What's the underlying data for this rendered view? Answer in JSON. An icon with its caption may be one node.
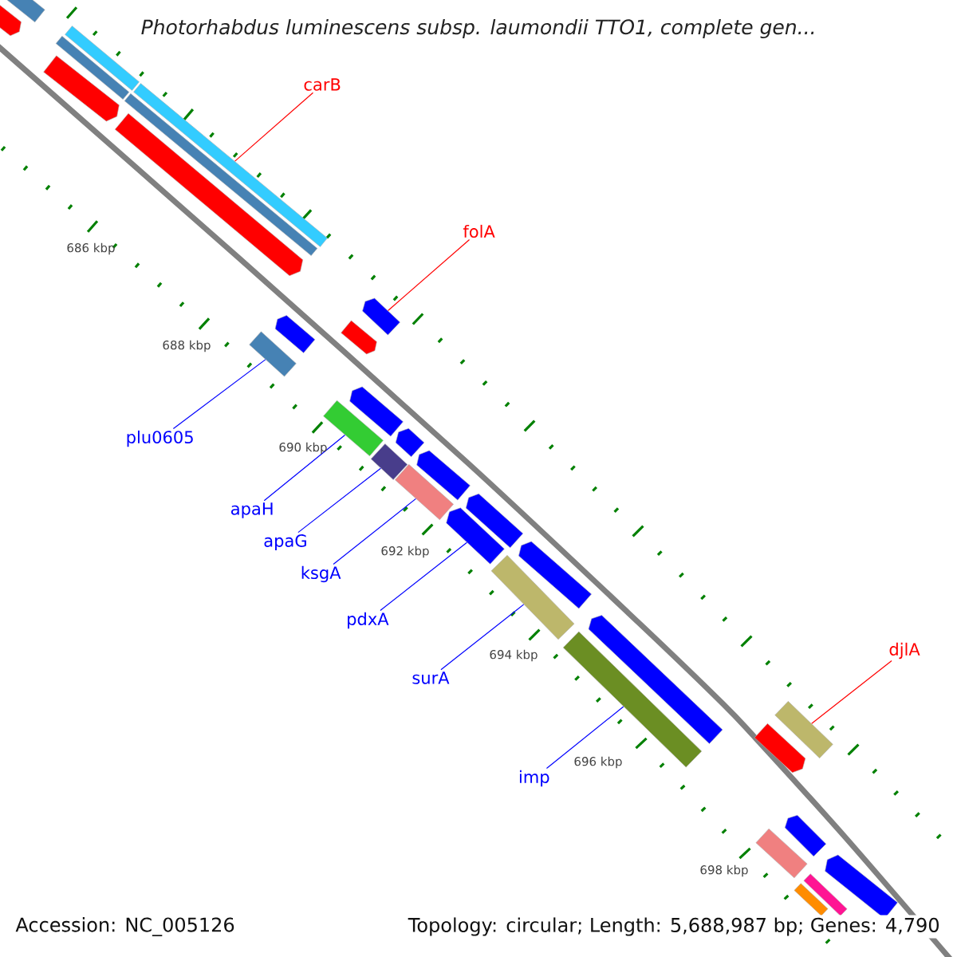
{
  "diagram": {
    "title": "Photorhabdus luminescens subsp. laumondii TTO1, complete gen...",
    "nodes": [
      {
        "text": [
          "carB"
        ]
      },
      {
        "text": [],
        "shape": "bar"
      },
      {
        "text": [
          "folA"
        ]
      },
      {
        "text": [],
        "shape": "bar"
      },
      {
        "text": [
          "plu0605"
        ]
      },
      {
        "text": [],
        "shape": "bar"
      },
      {
        "text": [
          "apaH"
        ]
      },
      {
        "text": [],
        "shape": "bar"
      },
      {
        "text": [
          "apaG"
        ]
      },
      {
        "text": [],
        "shape": "bar"
      },
      {
        "text": [
          "ksgA"
        ]
      },
      {
        "text": [],
        "shape": "bar"
      },
      {
        "text": [
          "pdxA"
        ]
      },
      {
        "text": [],
        "shape": "bar"
      },
      {
        "text": [
          "surA"
        ]
      },
      {
        "text": [],
        "shape": "bar"
      },
      {
        "text": [
          "imp"
        ]
      },
      {
        "text": [],
        "shape": "bar"
      },
      {
        "text": [
          "djlA"
        ]
      },
      {
        "text": [],
        "shape": "bar"
      },
      {
        "text": [],
        "shape": "bar"
      },
      {
        "text": [],
        "shape": "bar"
      },
      {
        "text": [],
        "shape": "bar"
      },
      {
        "text": [],
        "shape": "bar"
      },
      {
        "text": [],
        "shape": "bar"
      },
      {
        "text": [],
        "shape": "bar"
      },
      {
        "text": [],
        "shape": "bar"
      },
      {
        "text": [],
        "shape": "bar"
      },
      {
        "text": [],
        "shape": "bar"
      },
      {
        "text": [],
        "shape": "bar"
      },
      {
        "text": [],
        "shape": "bar"
      },
      {
        "text": [],
        "shape": "bar"
      },
      {
        "text": [],
        "shape": "bar"
      },
      {
        "text": [],
        "shape": "bar"
      },
      {
        "text": [],
        "shape": "bar"
      },
      {
        "text": [],
        "shape": "bar"
      },
      {
        "text": [],
        "shape": "bar"
      },
      {
        "text": [],
        "shape": "bar"
      },
      {
        "text": [],
        "shape": "bar"
      },
      {
        "text": [],
        "shape": "bar"
      },
      {
        "text": [],
        "shape": "bar"
      }
    ],
    "edges": [
      {
        "from": 0,
        "to": 1,
        "arrow": "none",
        "color": "#ff0000"
      },
      {
        "from": 2,
        "to": 3,
        "arrow": "none",
        "color": "#ff0000"
      },
      {
        "from": 4,
        "to": 5,
        "arrow": "none"
      },
      {
        "from": 6,
        "to": 7,
        "arrow": "none"
      },
      {
        "from": 8,
        "to": 9,
        "arrow": "none"
      },
      {
        "from": 10,
        "to": 11,
        "arrow": "none"
      },
      {
        "from": 12,
        "to": 13,
        "arrow": "none"
      },
      {
        "from": 14,
        "to": 15,
        "arrow": "none"
      },
      {
        "from": 16,
        "to": 17,
        "arrow": "none"
      },
      {
        "from": 18,
        "to": 19,
        "arrow": "none",
        "color": "#ff0000"
      }
    ],
    "labels": [
      "686 kbp",
      "688 kbp",
      "690 kbp",
      "692 kbp",
      "694 kbp",
      "696 kbp",
      "698 kbp",
      "Accession: NC_005126",
      "Topology: circular; Length: 5,688,987 bp; Genes: 4,790"
    ]
  }
}
